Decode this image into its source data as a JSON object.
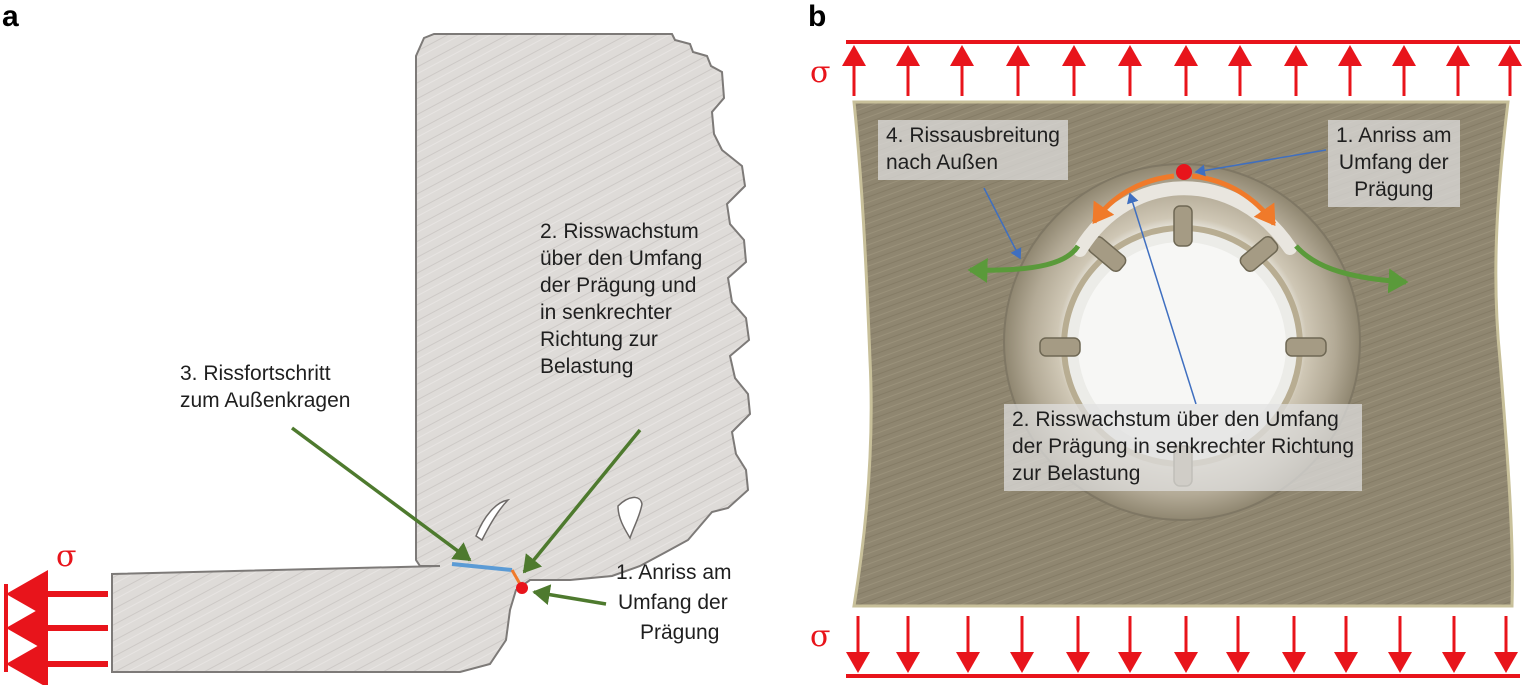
{
  "panel_a": {
    "letter": "a",
    "sigma": "σ",
    "label_1": [
      "1. Anriss am",
      "Umfang der",
      "Prägung"
    ],
    "label_2": [
      "2. Risswachstum",
      "über den Umfang",
      "der Prägung und",
      "in senkrechter",
      "Richtung zur",
      "Belastung"
    ],
    "label_3": [
      "3. Rissfortschritt",
      "zum Außenkragen"
    ]
  },
  "panel_b": {
    "letter": "b",
    "sigma_top": "σ",
    "sigma_bottom": "σ",
    "label_1": [
      "1. Anriss am",
      "Umfang der",
      "Prägung"
    ],
    "label_2": [
      "2. Risswachstum über den Umfang",
      "der Prägung in senkrechter Richtung",
      "zur Belastung"
    ],
    "label_4": [
      "4. Rissausbreitung",
      "nach Außen"
    ]
  },
  "colors": {
    "stress_arrow": "#e8141b",
    "crack_origin": "#e8141b",
    "crack_growth_arrow": "#f07a2a",
    "crack_propagation_arrow": "#5a9a3a",
    "leader_arrow": "#4e7a2e",
    "crack_line": "#5b9bd5",
    "leader_line_b": "#3f6fc0"
  }
}
